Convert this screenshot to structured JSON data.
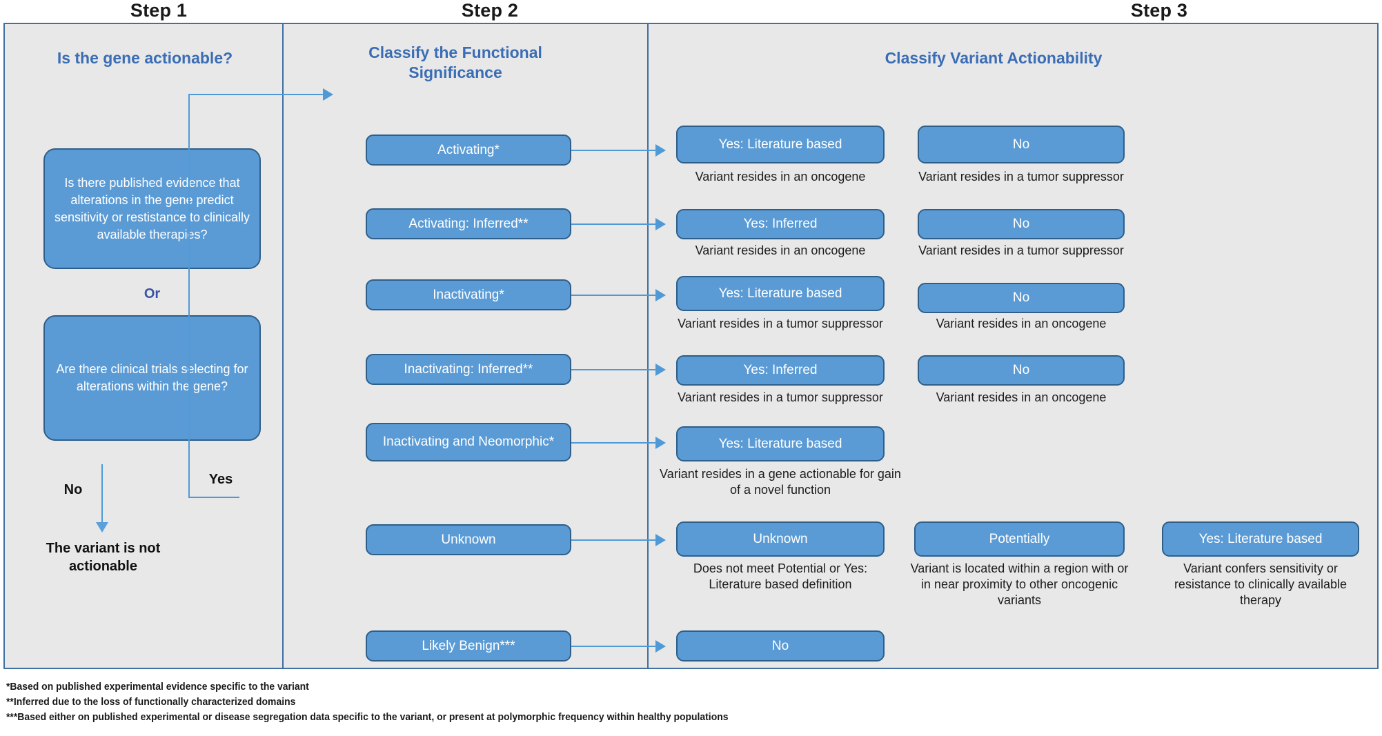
{
  "steps": [
    {
      "label": "Step 1"
    },
    {
      "label": "Step 2"
    },
    {
      "label": "Step 3"
    }
  ],
  "columns": {
    "step1_title": "Is the gene actionable?",
    "step2_title": "Classify the Functional Significance",
    "step3_title": "Classify Variant Actionability"
  },
  "step1": {
    "question_a": "Is there  published evidence that alterations in the gene predict sensitivity or restistance to clinically available therapies?",
    "or_label": "Or",
    "question_b": "Are there clinical trials selecting for alterations within the gene?",
    "no_label": "No",
    "yes_label": "Yes",
    "no_outcome": "The variant is not actionable"
  },
  "step2": {
    "items": [
      {
        "label": "Activating*"
      },
      {
        "label": "Activating: Inferred**"
      },
      {
        "label": "Inactivating*"
      },
      {
        "label": "Inactivating: Inferred**"
      },
      {
        "label": "Inactivating and Neomorphic*"
      },
      {
        "label": "Unknown"
      },
      {
        "label": "Likely Benign***"
      }
    ]
  },
  "step3": {
    "rows": [
      {
        "primary": {
          "label": "Yes: Literature based",
          "caption": "Variant resides in an oncogene"
        },
        "secondary": {
          "label": "No",
          "caption": "Variant resides in a tumor suppressor"
        }
      },
      {
        "primary": {
          "label": "Yes: Inferred",
          "caption": "Variant resides in an oncogene"
        },
        "secondary": {
          "label": "No",
          "caption": "Variant resides in a tumor suppressor"
        }
      },
      {
        "primary": {
          "label": "Yes: Literature based",
          "caption": "Variant resides in a tumor suppressor"
        },
        "secondary": {
          "label": "No",
          "caption": "Variant resides in an oncogene"
        }
      },
      {
        "primary": {
          "label": "Yes: Inferred",
          "caption": "Variant resides in a tumor suppressor"
        },
        "secondary": {
          "label": "No",
          "caption": "Variant resides in an oncogene"
        }
      },
      {
        "primary": {
          "label": "Yes: Literature based",
          "caption": "Variant resides in a gene actionable for gain of a novel function"
        },
        "secondary": null
      },
      {
        "primary": {
          "label": "Unknown",
          "caption": "Does not meet Potential or Yes: Literature based definition"
        },
        "secondary": {
          "label": "Potentially",
          "caption": "Variant is located within a region with or in near proximity to other oncogenic variants"
        },
        "tertiary": {
          "label": "Yes: Literature based",
          "caption": "Variant confers sensitivity or resistance to clinically available therapy"
        }
      },
      {
        "primary": {
          "label": "No",
          "caption": ""
        },
        "secondary": null
      }
    ]
  },
  "footnotes": [
    "*Based on published experimental evidence specific to the variant",
    "**Inferred due to the loss of functionally characterized domains",
    "***Based either on published experimental or disease segregation data specific to the variant, or present at polymorphic frequency within healthy populations"
  ],
  "colors": {
    "box_fill": "#5b9bd5",
    "box_border": "#2e5f8a",
    "panel_bg": "#e8e8e8",
    "frame_border": "#3f6fa3",
    "title_blue": "#3a6db5",
    "connector_blue": "#4f9ad6"
  }
}
